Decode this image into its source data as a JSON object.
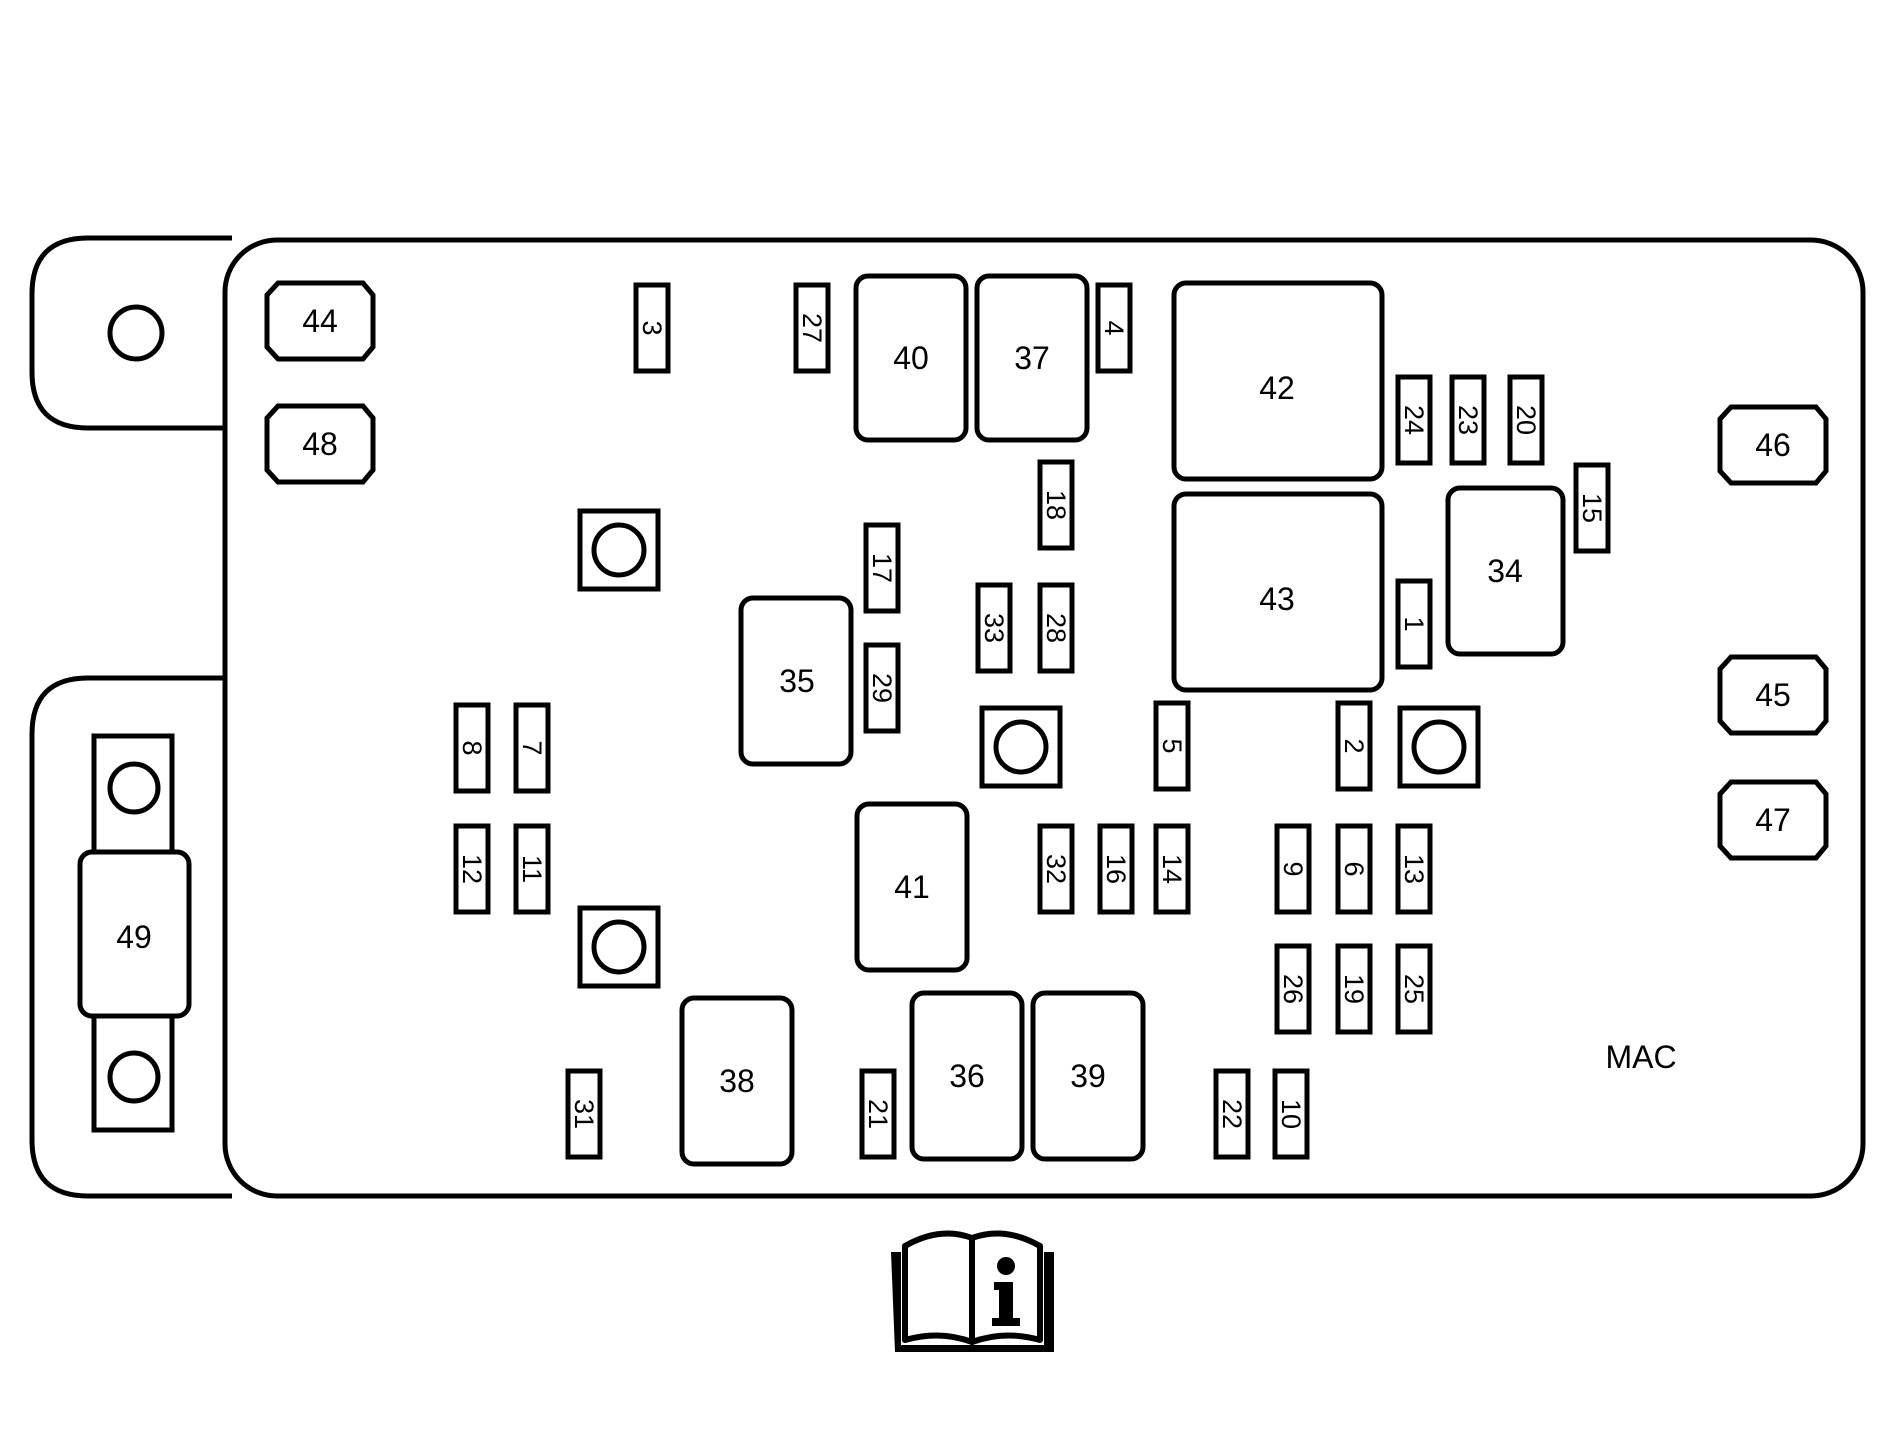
{
  "diagram": {
    "box_label": "MAC",
    "icon": "owners-manual-info-icon",
    "colors": {
      "stroke": "#000000",
      "fill": "#ffffff"
    },
    "fuses_small": [
      "1",
      "2",
      "3",
      "4",
      "5",
      "6",
      "7",
      "8",
      "9",
      "10",
      "11",
      "12",
      "13",
      "14",
      "15",
      "16",
      "17",
      "18",
      "19",
      "20",
      "21",
      "22",
      "23",
      "24",
      "25",
      "26",
      "27",
      "28",
      "29",
      "31",
      "32",
      "33"
    ],
    "relays": [
      "34",
      "35",
      "36",
      "37",
      "38",
      "39",
      "40",
      "41",
      "42",
      "43"
    ],
    "cartridge_fuses": [
      "44",
      "45",
      "46",
      "47",
      "48"
    ],
    "mega_fuse": "49"
  }
}
